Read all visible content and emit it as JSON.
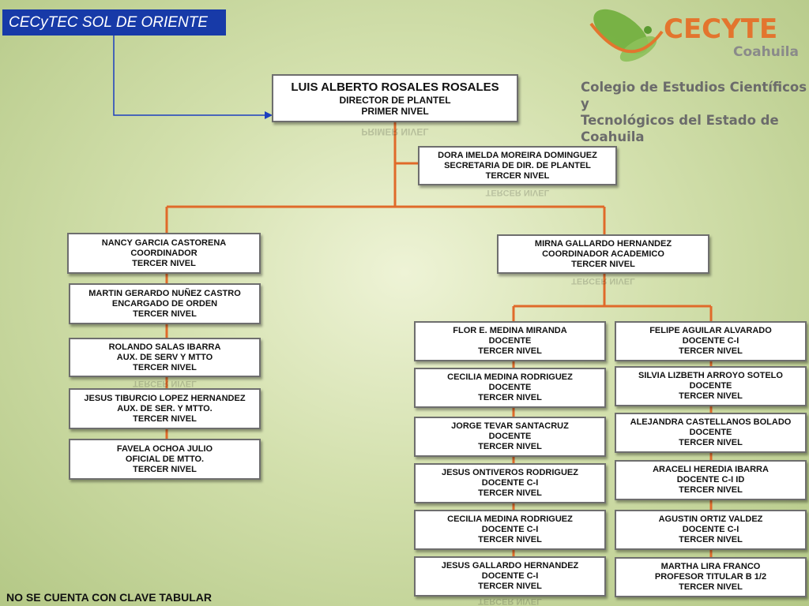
{
  "title": "CECyTEC SOL DE ORIENTE",
  "logo": {
    "brand": "CECYTE",
    "region": "Coahuila",
    "line1": "Colegio de Estudios Científicos y",
    "line2": "Tecnológicos del Estado de Coahuila",
    "colors": {
      "green": "#6fae3b",
      "orange": "#e3752e",
      "gray": "#7a7a7a"
    }
  },
  "director": {
    "name": "LUIS ALBERTO ROSALES ROSALES",
    "role": "DIRECTOR DE PLANTEL",
    "level": "PRIMER NIVEL"
  },
  "secretary": {
    "name": "DORA IMELDA MOREIRA DOMINGUEZ",
    "role": "SECRETARIA DE DIR. DE PLANTEL",
    "level": "TERCER NIVEL"
  },
  "left_column": [
    {
      "name": "NANCY  GARCIA CASTORENA",
      "role": "COORDINADOR",
      "level": "TERCER NIVEL"
    },
    {
      "name": "MARTIN GERARDO NUÑEZ CASTRO",
      "role": "ENCARGADO DE ORDEN",
      "level": "TERCER NIVEL"
    },
    {
      "name": "ROLANDO SALAS IBARRA",
      "role": "AUX. DE SERV Y MTTO",
      "level": "TERCER NIVEL"
    },
    {
      "name": "JESUS TIBURCIO LOPEZ HERNANDEZ",
      "role": "AUX. DE SER. Y MTTO.",
      "level": "TERCER NIVEL"
    },
    {
      "name": "FAVELA OCHOA JULIO",
      "role": "OFICIAL DE MTTO.",
      "level": "TERCER NIVEL"
    }
  ],
  "academic_coordinator": {
    "name": "MIRNA GALLARDO HERNANDEZ",
    "role": "COORDINADOR ACADEMICO",
    "level": "TERCER NIVEL"
  },
  "teachers_left": [
    {
      "name": "FLOR E. MEDINA MIRANDA",
      "role": "DOCENTE",
      "level": "TERCER NIVEL"
    },
    {
      "name": "CECILIA MEDINA RODRIGUEZ",
      "role": "DOCENTE",
      "level": "TERCER NIVEL"
    },
    {
      "name": "JORGE TEVAR SANTACRUZ",
      "role": "DOCENTE",
      "level": "TERCER NIVEL"
    },
    {
      "name": "JESUS ONTIVEROS RODRIGUEZ",
      "role": "DOCENTE C-I",
      "level": "TERCER NIVEL"
    },
    {
      "name": "CECILIA MEDINA RODRIGUEZ",
      "role": "DOCENTE C-I",
      "level": "TERCER NIVEL"
    },
    {
      "name": "JESUS GALLARDO HERNANDEZ",
      "role": "DOCENTE C-I",
      "level": "TERCER NIVEL"
    }
  ],
  "teachers_right": [
    {
      "name": "FELIPE AGUILAR ALVARADO",
      "role": "DOCENTE  C-I",
      "level": "TERCER NIVEL"
    },
    {
      "name": "SILVIA LIZBETH ARROYO SOTELO",
      "role": "DOCENTE",
      "level": "TERCER NIVEL"
    },
    {
      "name": "ALEJANDRA CASTELLANOS BOLADO",
      "role": "DOCENTE",
      "level": "TERCER NIVEL"
    },
    {
      "name": "ARACELI HEREDIA IBARRA",
      "role": "DOCENTE C-I ID",
      "level": "TERCER NIVEL"
    },
    {
      "name": "AGUSTIN ORTIZ VALDEZ",
      "role": "DOCENTE C-I",
      "level": "TERCER NIVEL"
    },
    {
      "name": "MARTHA LIRA FRANCO",
      "role": "PROFESOR TITULAR B 1/2",
      "level": "TERCER NIVEL"
    }
  ],
  "footer": "NO SE CUENTA CON CLAVE TABULAR",
  "colors": {
    "connector": "#e06a2a",
    "title_bg": "#173aa8",
    "arrow": "#1c3fbf"
  }
}
